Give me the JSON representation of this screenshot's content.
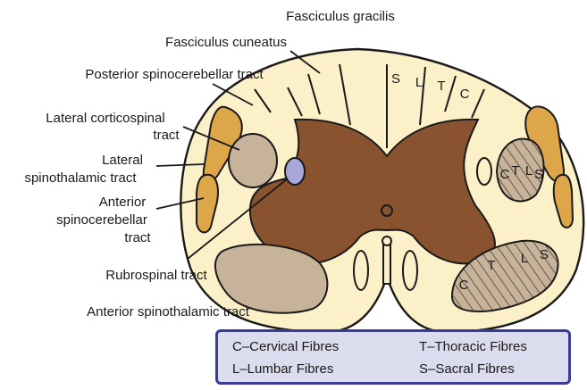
{
  "labels": {
    "fasciculus_gracilis": "Fasciculus gracilis",
    "fasciculus_cuneatus": "Fasciculus cuneatus",
    "posterior_spinocerebellar": "Posterior spinocerebellar tract",
    "lateral_corticospinal_1": "Lateral corticospinal",
    "lateral_corticospinal_2": "tract",
    "lateral_spinothalamic_1": "Lateral",
    "lateral_spinothalamic_2": "spinothalamic tract",
    "anterior_spinocerebellar_1": "Anterior",
    "anterior_spinocerebellar_2": "spinocerebellar",
    "anterior_spinocerebellar_3": "tract",
    "rubrospinal": "Rubrospinal tract",
    "anterior_spinothalamic": "Anterior spinothalamic tract"
  },
  "segments": {
    "posterior": [
      "S",
      "L",
      "T",
      "C"
    ],
    "lateral_right": [
      "C",
      "T",
      "L",
      "S"
    ],
    "anterior_right": [
      "C",
      "T",
      "L",
      "S"
    ]
  },
  "legend": {
    "cervical": "C–Cervical Fibres",
    "thoracic": "T–Thoracic Fibres",
    "lumbar": "L–Lumbar Fibres",
    "sacral": "S–Sacral Fibres"
  },
  "colors": {
    "white_matter": "#fbf0c8",
    "grey_matter": "#8a5330",
    "tract_orange": "#dca649",
    "tract_taupe": "#c7b29a",
    "rubrospinal": "#a8a8d8",
    "legend_border": "#3b3b9a",
    "legend_bg": "#dcdcef"
  }
}
